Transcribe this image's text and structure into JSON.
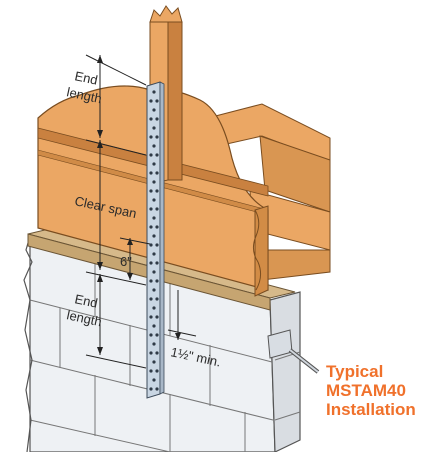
{
  "labels": {
    "end_length_top": [
      "End",
      "length"
    ],
    "clear_span": "Clear span",
    "six_inch": "6\"",
    "end_length_bottom": [
      "End",
      "length"
    ],
    "min_dim": "1½\" min."
  },
  "caption": {
    "line1": "Typical",
    "line2": "MSTAM40",
    "line3": "Installation"
  },
  "colors": {
    "wood": "#eba764",
    "wood_dark": "#c98140",
    "block": "#eef1f4",
    "sill": "#d6b98a",
    "strap": "#c9d6e3",
    "accent": "#f0712b"
  }
}
